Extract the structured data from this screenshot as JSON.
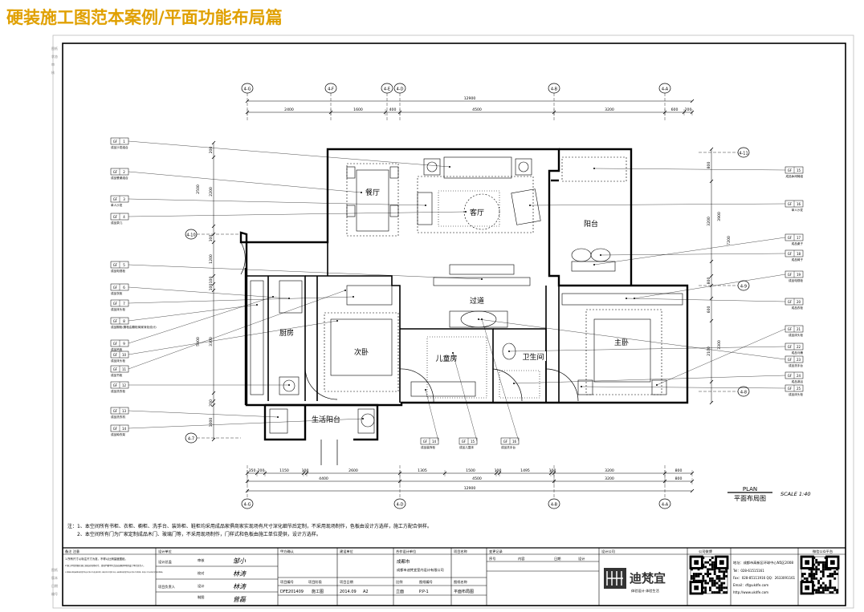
{
  "banner": "硬装施工图范本案例/平面功能布局篇",
  "axes_top": [
    "4-G",
    "4-F",
    "4-E",
    "4-D",
    "4-B",
    "4-A"
  ],
  "axes_bottom": [
    "4-G",
    "4-D",
    "4-B",
    "4-A"
  ],
  "axes_right": [
    "4-11",
    "4-9",
    "4-8"
  ],
  "axes_left": [
    "4-10",
    "4-7"
  ],
  "dims_top_total": "12900",
  "dims_top": [
    "2400",
    "1600",
    "400",
    "4500",
    "3200",
    "600",
    "200"
  ],
  "dims_bottom_1": [
    "350",
    "200",
    "1150",
    "100",
    "2600",
    "1305",
    "1500",
    "100",
    "1495",
    "100",
    "3200",
    "800"
  ],
  "dims_bottom_2": [
    "4400",
    "4500",
    "3200",
    "800"
  ],
  "dims_bottom_total": "12900",
  "dims_left": [
    "200",
    "2200",
    "2500",
    "300",
    "1200",
    "100",
    "100",
    "3300",
    "5900",
    "200",
    "1000"
  ],
  "dims_right": [
    "800",
    "3200",
    "3900",
    "800",
    "7200",
    "600",
    "2100",
    "3300",
    "600"
  ],
  "rooms": {
    "dining": "餐厅",
    "living": "客厅",
    "balcony": "阳台",
    "corridor": "过道",
    "kitchen": "厨房",
    "second_bedroom": "次卧",
    "kids_room": "儿童房",
    "bathroom": "卫生间",
    "master_bedroom": "主卧",
    "service_balcony": "生活阳台"
  },
  "tags_left": [
    {
      "code": "GF",
      "num": "1",
      "desc": "成品沙发组合"
    },
    {
      "code": "GF",
      "num": "2",
      "desc": "成品餐桌组合"
    },
    {
      "code": "GF",
      "num": "3",
      "desc": "单人沙发"
    },
    {
      "code": "GF",
      "num": "4",
      "desc": "成品茶几"
    },
    {
      "code": "GF",
      "num": "5",
      "desc": "成品电视柜"
    },
    {
      "code": "GF",
      "num": "6",
      "desc": "成品衣柜"
    },
    {
      "code": "GF",
      "num": "7",
      "desc": "成品床头柜"
    },
    {
      "code": "GF",
      "num": "8",
      "desc": "成品橱柜(橱柜由橱柜商家深化设计)"
    },
    {
      "code": "GF",
      "num": "9",
      "desc": "成品吊柜"
    },
    {
      "code": "GF",
      "num": "10",
      "desc": "成品床头柜"
    },
    {
      "code": "GF",
      "num": "11",
      "desc": "成品书柜"
    },
    {
      "code": "GF",
      "num": "12",
      "desc": "成品洗衣柜"
    },
    {
      "code": "GF",
      "num": "13",
      "desc": "成品洗衣机"
    },
    {
      "code": "GF",
      "num": "14",
      "desc": "成品晾衣架"
    }
  ],
  "tags_right": [
    {
      "code": "GF",
      "num": "15",
      "desc": "成品休闲椅组"
    },
    {
      "code": "GF",
      "num": "16",
      "desc": "单人沙发"
    },
    {
      "code": "GF",
      "num": "17",
      "desc": "成品桌子"
    },
    {
      "code": "GF",
      "num": "18",
      "desc": "成品椅子"
    },
    {
      "code": "GF",
      "num": "19",
      "desc": "成品电视柜"
    },
    {
      "code": "GF",
      "num": "20",
      "desc": "成品衣柜"
    },
    {
      "code": "GF",
      "num": "21",
      "desc": "成品床头柜"
    },
    {
      "code": "GF",
      "num": "22",
      "desc": "成品马桶"
    },
    {
      "code": "GF",
      "num": "23",
      "desc": "成品洗手台"
    },
    {
      "code": "GF",
      "num": "24",
      "desc": "成品淋浴"
    },
    {
      "code": "GF",
      "num": "25",
      "desc": "成品床头柜"
    }
  ],
  "tags_bottom": [
    {
      "code": "GF",
      "num": "14",
      "desc": "成品装饰柜"
    },
    {
      "code": "GF",
      "num": "15",
      "desc": "成品儿童床"
    },
    {
      "code": "GF",
      "num": "16",
      "desc": "成品洗手台"
    }
  ],
  "plan_title": "PLAN",
  "plan_title_cn": "平面布局图",
  "scale": "SCALE 1:40",
  "notes": [
    "注：1、本空间所有书柜、衣柜、橱柜、洗手台、装饰柜、鞋柜均采用成品家俱商家实现场有尺寸深化细节后定制，不采用现场制作，色板由设计方选样，施工方配合供样。",
    "2、本空间所有门为厂家定制成品木门、玻璃门等，不采用现场制作，门样式和色板由施工单位提供，设计方选样。"
  ],
  "titleblock": {
    "remarks_label": "备注 注意",
    "remarks": [
      "1.所有尺寸以标注尺寸为准，不得以比例量度图纸。",
      "2.施工单位需要在施工前核对现场尺寸，发现严重不符之处应通知本项目设计单位负责人。",
      "3.本套图纸之版权属成都市迪梵宜室内设计有限公司与建设单位所有，图纸仅供本工程施工之用，未经成都市迪梵宜室内设计有限公司书面批准，任何他人不得以任何方式复制本套图纸。"
    ],
    "design_unit_label": "设计单位",
    "design_supervisor": "设计总监",
    "project_head": "项目负责人",
    "review": "审核",
    "check": "校对",
    "design": "设计",
    "draw": "制图",
    "sign_1": "邹小",
    "sign_2": "林涛",
    "sign_3": "林涛",
    "sign_4": "曾磊",
    "owner_label": "甲方确认",
    "construction_unit": "建设单位",
    "project_no_label": "项目编号",
    "project_no": "DFE201409",
    "stage_label": "项目阶段",
    "stage": "施工图",
    "date_label": "项目日期",
    "date": "2014.09",
    "size": "A2",
    "partner_label": "合作设计单位",
    "partner": "成都市迪梵宜室内设计有限公司",
    "partner_city": "成都市",
    "ratio_label": "比例",
    "ratio": "立面",
    "drawing_no_label": "图纸编号",
    "drawing_no": "P.P-1",
    "project_name_label": "项目名称",
    "drawing_name_label": "图纸名称",
    "drawing_name": "平面布局图",
    "revision_label": "变更记录",
    "seq_label": "序号",
    "content_label": "内容",
    "date2_label": "日期",
    "design_label": "设计",
    "company_label": "设计公司",
    "logo_text": "迪梵宜",
    "logo_sub": "体验设计  体验生活",
    "qr_label": "公司微博",
    "address": "地址：成都市高新区环球中心N5区2008",
    "tel": "Tel：028-61515161",
    "fax": "Fax：028-85111916  QQ：2633091161",
    "email": "Email：df@ukdfe.com",
    "web": "http://www.ukdfe.com",
    "weixin_label": "微信公众平台"
  },
  "colors": {
    "banner": "#e0a000",
    "line": "#000000",
    "grey": "#999999"
  }
}
